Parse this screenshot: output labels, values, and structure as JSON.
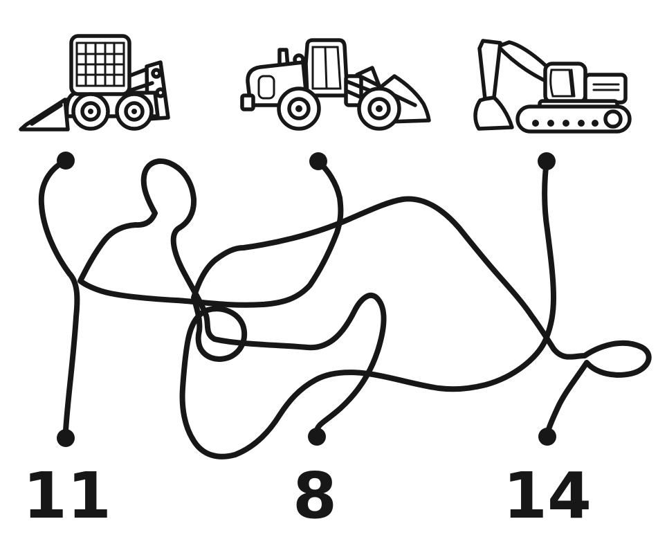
{
  "worksheet": {
    "background_color": "#ffffff",
    "ink_color": "#171717",
    "vehicles": [
      {
        "name": "skid-steer-loader"
      },
      {
        "name": "front-wheel-loader"
      },
      {
        "name": "tracked-excavator"
      }
    ],
    "answers": [
      {
        "value": "11"
      },
      {
        "value": "8"
      },
      {
        "value": "14"
      }
    ]
  }
}
